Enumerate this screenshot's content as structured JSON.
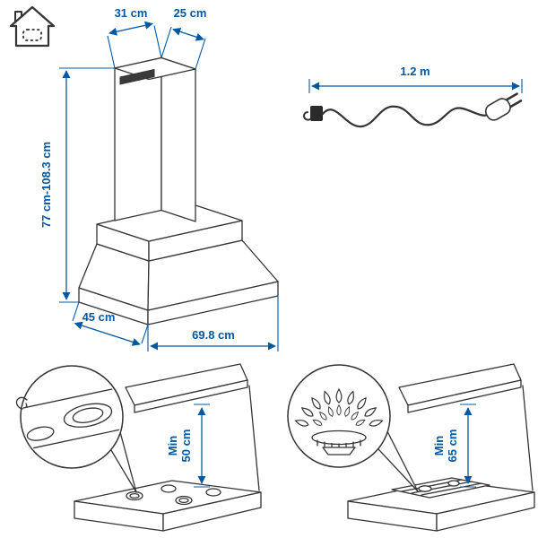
{
  "colors": {
    "accent": "#0058a3",
    "line": "#333333",
    "background": "#ffffff"
  },
  "icons": {
    "top_left": "home-icon"
  },
  "hood_dimensions": {
    "duct_width": "31 cm",
    "duct_depth": "25 cm",
    "height_range": "77 cm-108.3 cm",
    "base_depth": "45 cm",
    "base_width": "69.8 cm"
  },
  "power_cord": {
    "length": "1.2 m"
  },
  "clearances": {
    "electric": {
      "label": "Min",
      "value": "50 cm"
    },
    "gas": {
      "label": "Min",
      "value": "65 cm"
    }
  }
}
